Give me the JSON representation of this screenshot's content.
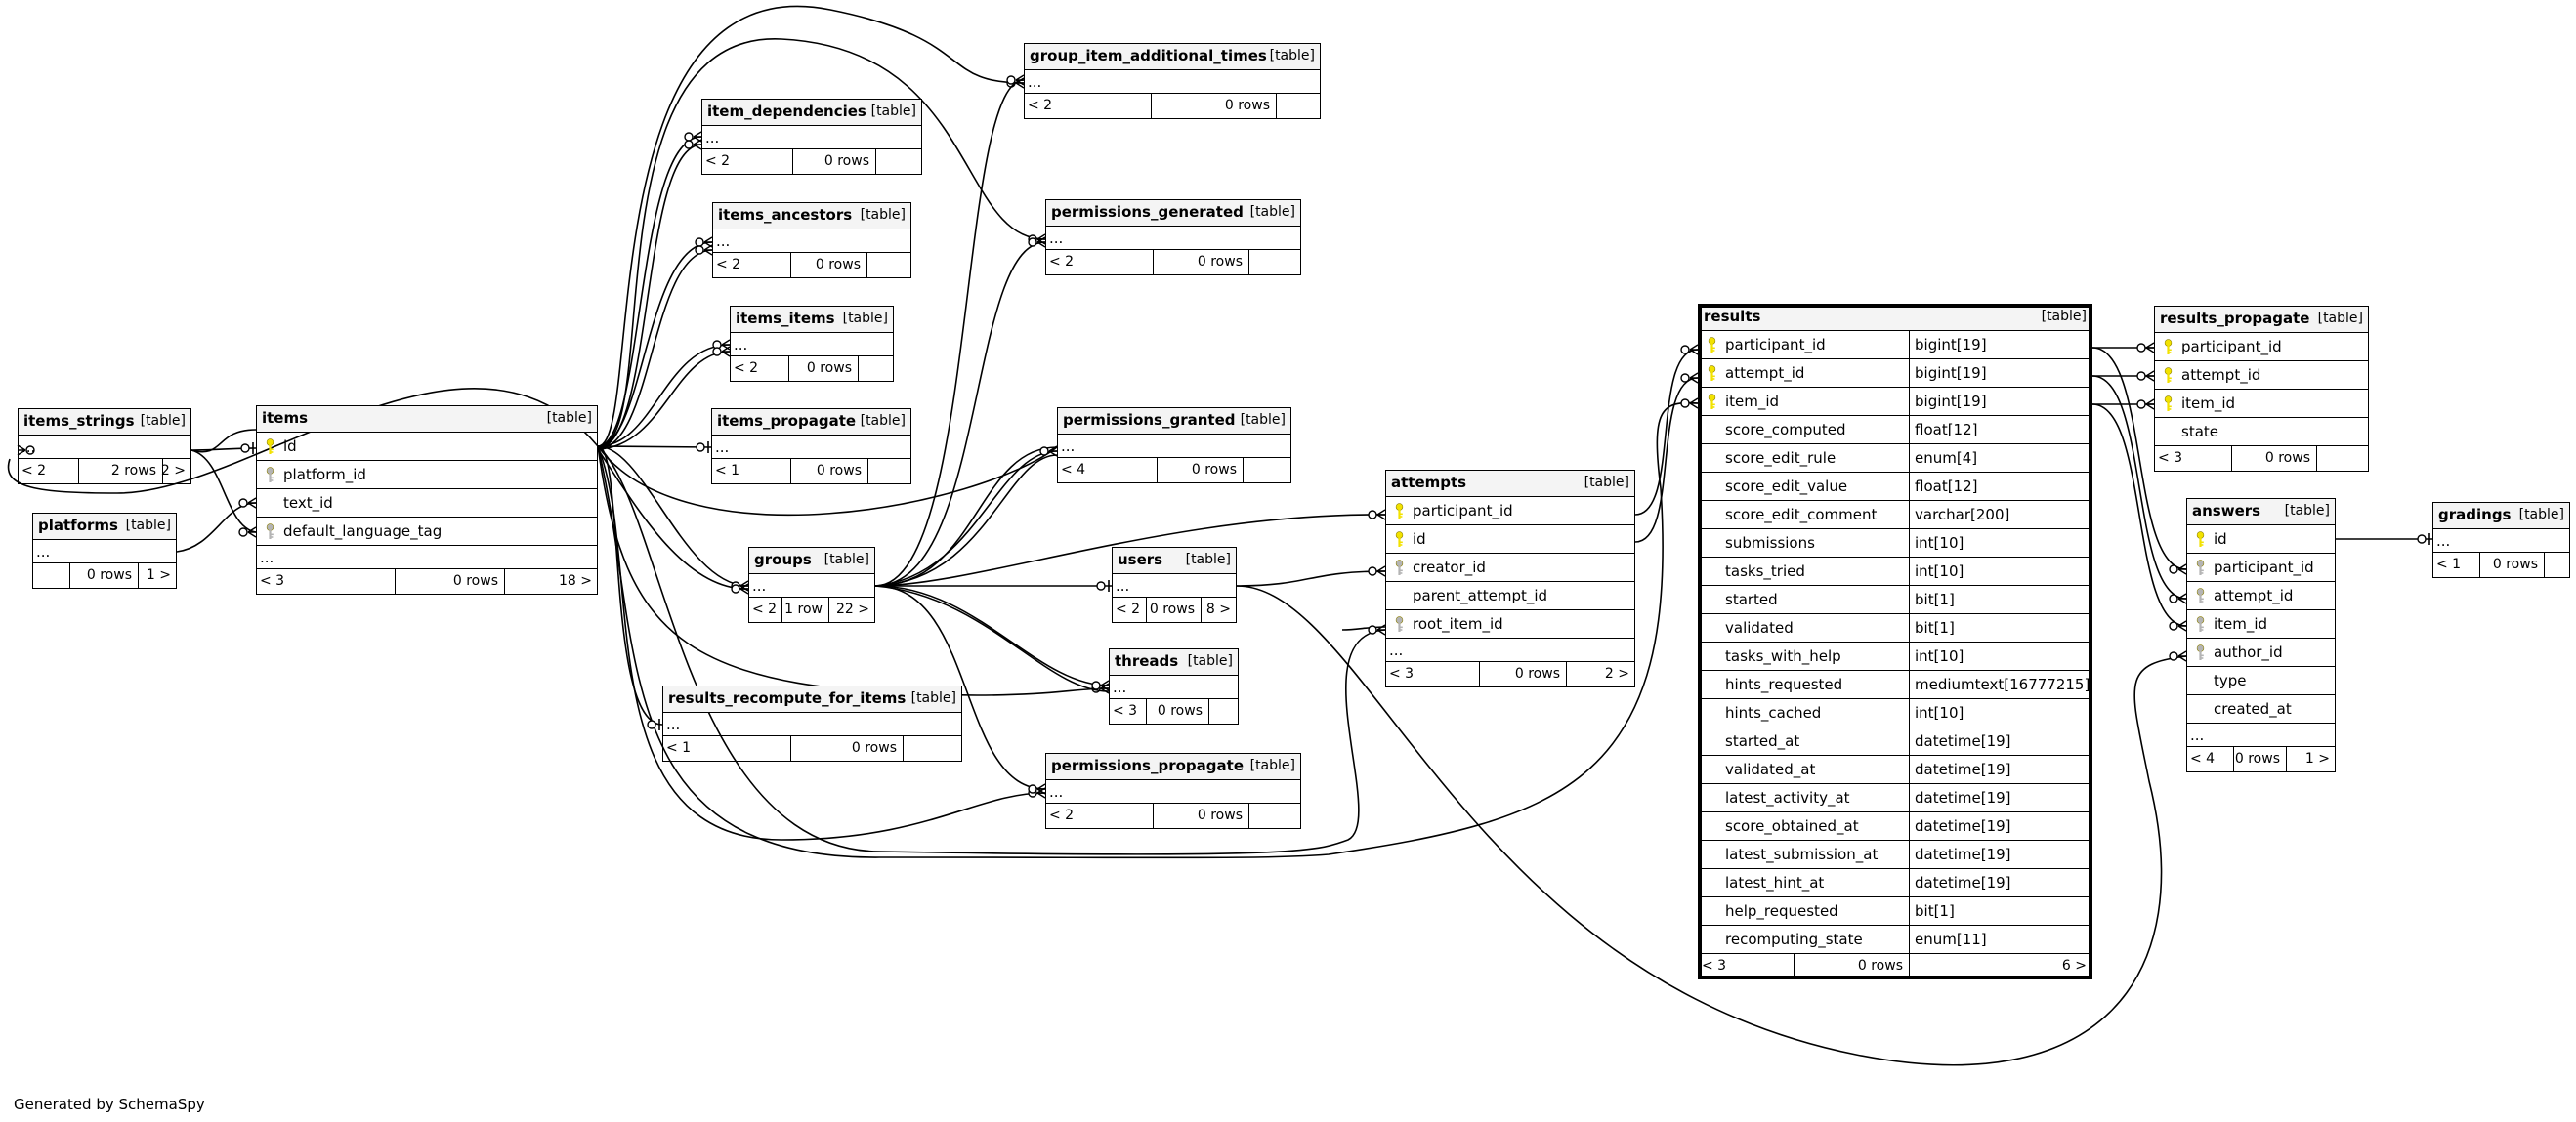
{
  "generated_by": "Generated by SchemaSpy",
  "colors": {
    "line": "#000000",
    "header_bg": "#f4f4f4",
    "key_primary": "#f2e200",
    "key_foreign": "#b4b4b4"
  },
  "tables": [
    {
      "id": "items_strings",
      "name": "items_strings",
      "tag": "[table]",
      "columns": [],
      "ellipsis": "...",
      "footer": [
        "< 2",
        "2 rows",
        "2 >"
      ]
    },
    {
      "id": "platforms",
      "name": "platforms",
      "tag": "[table]",
      "columns": [],
      "ellipsis": "...",
      "footer": [
        "",
        "0 rows",
        "1 >"
      ]
    },
    {
      "id": "items",
      "name": "items",
      "tag": "[table]",
      "columns": [
        {
          "name": "id",
          "key": "primary"
        },
        {
          "name": "platform_id",
          "key": "foreign"
        },
        {
          "name": "text_id",
          "key": "none"
        },
        {
          "name": "default_language_tag",
          "key": "foreign"
        }
      ],
      "ellipsis": "...",
      "footer": [
        "< 3",
        "0 rows",
        "18 >"
      ]
    },
    {
      "id": "item_dependencies",
      "name": "item_dependencies",
      "tag": "[table]",
      "columns": [],
      "ellipsis": "...",
      "footer": [
        "< 2",
        "0 rows",
        ""
      ]
    },
    {
      "id": "items_ancestors",
      "name": "items_ancestors",
      "tag": "[table]",
      "columns": [],
      "ellipsis": "...",
      "footer": [
        "< 2",
        "0 rows",
        ""
      ]
    },
    {
      "id": "items_items",
      "name": "items_items",
      "tag": "[table]",
      "columns": [],
      "ellipsis": "...",
      "footer": [
        "< 2",
        "0 rows",
        ""
      ]
    },
    {
      "id": "items_propagate",
      "name": "items_propagate",
      "tag": "[table]",
      "columns": [],
      "ellipsis": "...",
      "footer": [
        "< 1",
        "0 rows",
        ""
      ]
    },
    {
      "id": "groups",
      "name": "groups",
      "tag": "[table]",
      "columns": [],
      "ellipsis": "...",
      "footer": [
        "< 2",
        "1 row",
        "22 >"
      ]
    },
    {
      "id": "results_recompute_for_items",
      "name": "results_recompute_for_items",
      "tag": "[table]",
      "columns": [],
      "ellipsis": "...",
      "footer": [
        "< 1",
        "0 rows",
        ""
      ]
    },
    {
      "id": "group_item_additional_times",
      "name": "group_item_additional_times",
      "tag": "[table]",
      "columns": [],
      "ellipsis": "...",
      "footer": [
        "< 2",
        "0 rows",
        ""
      ]
    },
    {
      "id": "permissions_generated",
      "name": "permissions_generated",
      "tag": "[table]",
      "columns": [],
      "ellipsis": "...",
      "footer": [
        "< 2",
        "0 rows",
        ""
      ]
    },
    {
      "id": "permissions_granted",
      "name": "permissions_granted",
      "tag": "[table]",
      "columns": [],
      "ellipsis": "...",
      "footer": [
        "< 4",
        "0 rows",
        ""
      ]
    },
    {
      "id": "users",
      "name": "users",
      "tag": "[table]",
      "columns": [],
      "ellipsis": "...",
      "footer": [
        "< 2",
        "0 rows",
        "8 >"
      ]
    },
    {
      "id": "threads",
      "name": "threads",
      "tag": "[table]",
      "columns": [],
      "ellipsis": "...",
      "footer": [
        "< 3",
        "0 rows",
        ""
      ]
    },
    {
      "id": "permissions_propagate",
      "name": "permissions_propagate",
      "tag": "[table]",
      "columns": [],
      "ellipsis": "...",
      "footer": [
        "< 2",
        "0 rows",
        ""
      ]
    },
    {
      "id": "attempts",
      "name": "attempts",
      "tag": "[table]",
      "columns": [
        {
          "name": "participant_id",
          "key": "primary"
        },
        {
          "name": "id",
          "key": "primary"
        },
        {
          "name": "creator_id",
          "key": "foreign"
        },
        {
          "name": "parent_attempt_id",
          "key": "none"
        },
        {
          "name": "root_item_id",
          "key": "foreign"
        }
      ],
      "ellipsis": "...",
      "footer": [
        "< 3",
        "0 rows",
        "2 >"
      ]
    },
    {
      "id": "results",
      "name": "results",
      "tag": "[table]",
      "columns": [
        {
          "name": "participant_id",
          "key": "primary",
          "type": "bigint[19]"
        },
        {
          "name": "attempt_id",
          "key": "primary",
          "type": "bigint[19]"
        },
        {
          "name": "item_id",
          "key": "primary",
          "type": "bigint[19]"
        },
        {
          "name": "score_computed",
          "key": "none",
          "type": "float[12]"
        },
        {
          "name": "score_edit_rule",
          "key": "none",
          "type": "enum[4]"
        },
        {
          "name": "score_edit_value",
          "key": "none",
          "type": "float[12]"
        },
        {
          "name": "score_edit_comment",
          "key": "none",
          "type": "varchar[200]"
        },
        {
          "name": "submissions",
          "key": "none",
          "type": "int[10]"
        },
        {
          "name": "tasks_tried",
          "key": "none",
          "type": "int[10]"
        },
        {
          "name": "started",
          "key": "none",
          "type": "bit[1]"
        },
        {
          "name": "validated",
          "key": "none",
          "type": "bit[1]"
        },
        {
          "name": "tasks_with_help",
          "key": "none",
          "type": "int[10]"
        },
        {
          "name": "hints_requested",
          "key": "none",
          "type": "mediumtext[16777215]"
        },
        {
          "name": "hints_cached",
          "key": "none",
          "type": "int[10]"
        },
        {
          "name": "started_at",
          "key": "none",
          "type": "datetime[19]"
        },
        {
          "name": "validated_at",
          "key": "none",
          "type": "datetime[19]"
        },
        {
          "name": "latest_activity_at",
          "key": "none",
          "type": "datetime[19]"
        },
        {
          "name": "score_obtained_at",
          "key": "none",
          "type": "datetime[19]"
        },
        {
          "name": "latest_submission_at",
          "key": "none",
          "type": "datetime[19]"
        },
        {
          "name": "latest_hint_at",
          "key": "none",
          "type": "datetime[19]"
        },
        {
          "name": "help_requested",
          "key": "none",
          "type": "bit[1]"
        },
        {
          "name": "recomputing_state",
          "key": "none",
          "type": "enum[11]"
        }
      ],
      "ellipsis": "",
      "footer": [
        "< 3",
        "0 rows",
        "6 >"
      ]
    },
    {
      "id": "results_propagate",
      "name": "results_propagate",
      "tag": "[table]",
      "columns": [
        {
          "name": "participant_id",
          "key": "primary"
        },
        {
          "name": "attempt_id",
          "key": "primary"
        },
        {
          "name": "item_id",
          "key": "primary"
        },
        {
          "name": "state",
          "key": "none"
        }
      ],
      "ellipsis": "",
      "footer": [
        "< 3",
        "0 rows",
        ""
      ]
    },
    {
      "id": "answers",
      "name": "answers",
      "tag": "[table]",
      "columns": [
        {
          "name": "id",
          "key": "primary"
        },
        {
          "name": "participant_id",
          "key": "foreign"
        },
        {
          "name": "attempt_id",
          "key": "foreign"
        },
        {
          "name": "item_id",
          "key": "foreign"
        },
        {
          "name": "author_id",
          "key": "foreign"
        },
        {
          "name": "type",
          "key": "none"
        },
        {
          "name": "created_at",
          "key": "none"
        }
      ],
      "ellipsis": "...",
      "footer": [
        "< 4",
        "0 rows",
        "1 >"
      ]
    },
    {
      "id": "gradings",
      "name": "gradings",
      "tag": "[table]",
      "columns": [],
      "ellipsis": "...",
      "footer": [
        "< 1",
        "0 rows",
        ""
      ]
    }
  ]
}
